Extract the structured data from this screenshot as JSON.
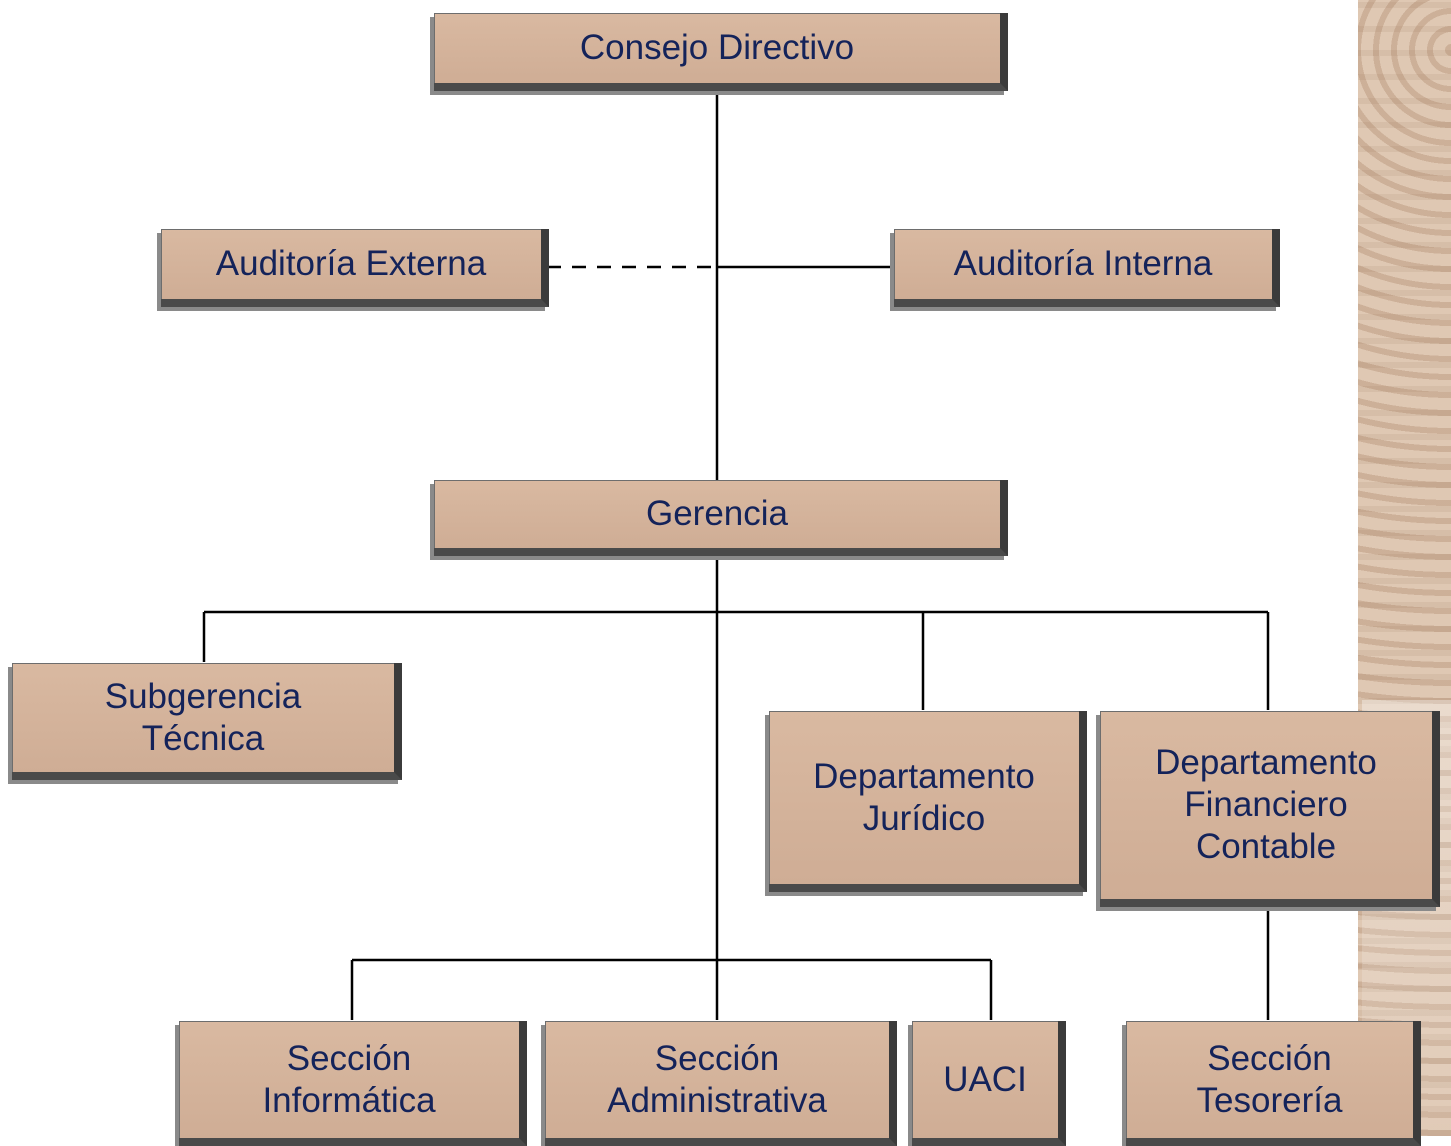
{
  "nodes": {
    "consejo": "Consejo Directivo",
    "aud_externa": "Auditoría Externa",
    "aud_interna": "Auditoría Interna",
    "gerencia": "Gerencia",
    "subgerencia": [
      "Subgerencia",
      "Técnica"
    ],
    "juridico": [
      "Departamento",
      "Jurídico"
    ],
    "financiero": [
      "Departamento",
      "Financiero",
      "Contable"
    ],
    "informatica": [
      "Sección",
      "Informática"
    ],
    "administrativa": [
      "Sección",
      "Administrativa"
    ],
    "uaci": "UACI",
    "tesoreria": [
      "Sección",
      "Tesorería"
    ]
  },
  "colors": {
    "box_fill": "#d4b39b",
    "box_text": "#14235a",
    "box_shadow": "#3b3b3b",
    "connector": "#000000",
    "side_stripe": "#dcc3ad"
  }
}
